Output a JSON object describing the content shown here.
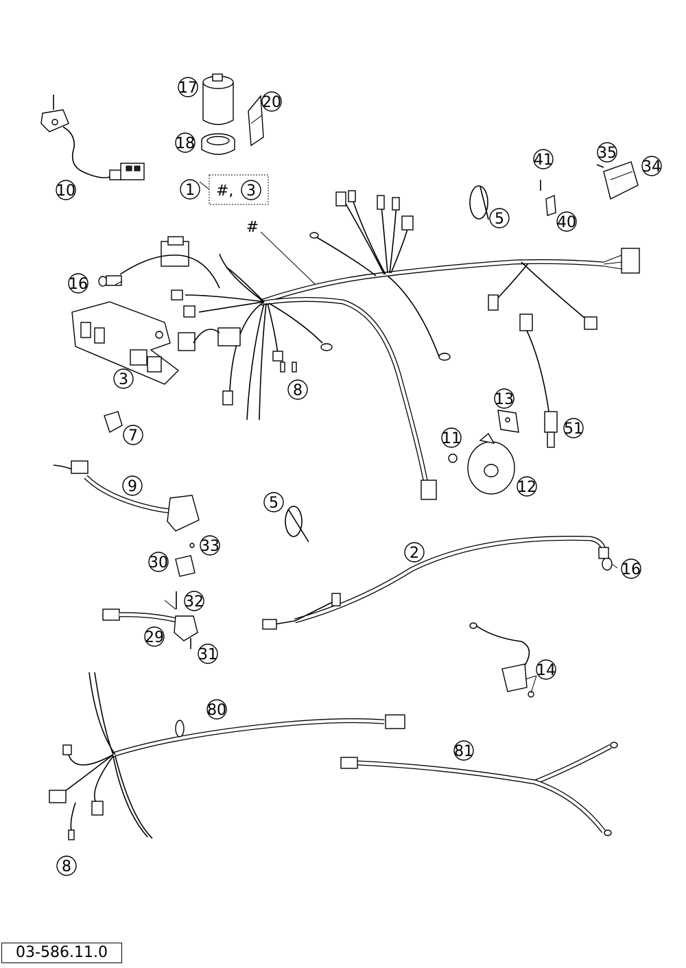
{
  "callouts": [
    {
      "label": "17"
    },
    {
      "label": "20"
    },
    {
      "label": "18"
    },
    {
      "label": "10"
    },
    {
      "label": "1"
    },
    {
      "label": "3"
    },
    {
      "label": "5"
    },
    {
      "label": "41"
    },
    {
      "label": "40"
    },
    {
      "label": "35"
    },
    {
      "label": "34"
    },
    {
      "label": "16"
    },
    {
      "label": "3"
    },
    {
      "label": "8"
    },
    {
      "label": "13"
    },
    {
      "label": "51"
    },
    {
      "label": "7"
    },
    {
      "label": "11"
    },
    {
      "label": "12"
    },
    {
      "label": "9"
    },
    {
      "label": "5"
    },
    {
      "label": "33"
    },
    {
      "label": "30"
    },
    {
      "label": "2"
    },
    {
      "label": "16"
    },
    {
      "label": "32"
    },
    {
      "label": "29"
    },
    {
      "label": "31"
    },
    {
      "label": "14"
    },
    {
      "label": "80"
    },
    {
      "label": "81"
    },
    {
      "label": "8"
    }
  ],
  "kit_box": {
    "hash": "#,"
  },
  "hash_label": "#",
  "doc_number": "03-586.11.0"
}
